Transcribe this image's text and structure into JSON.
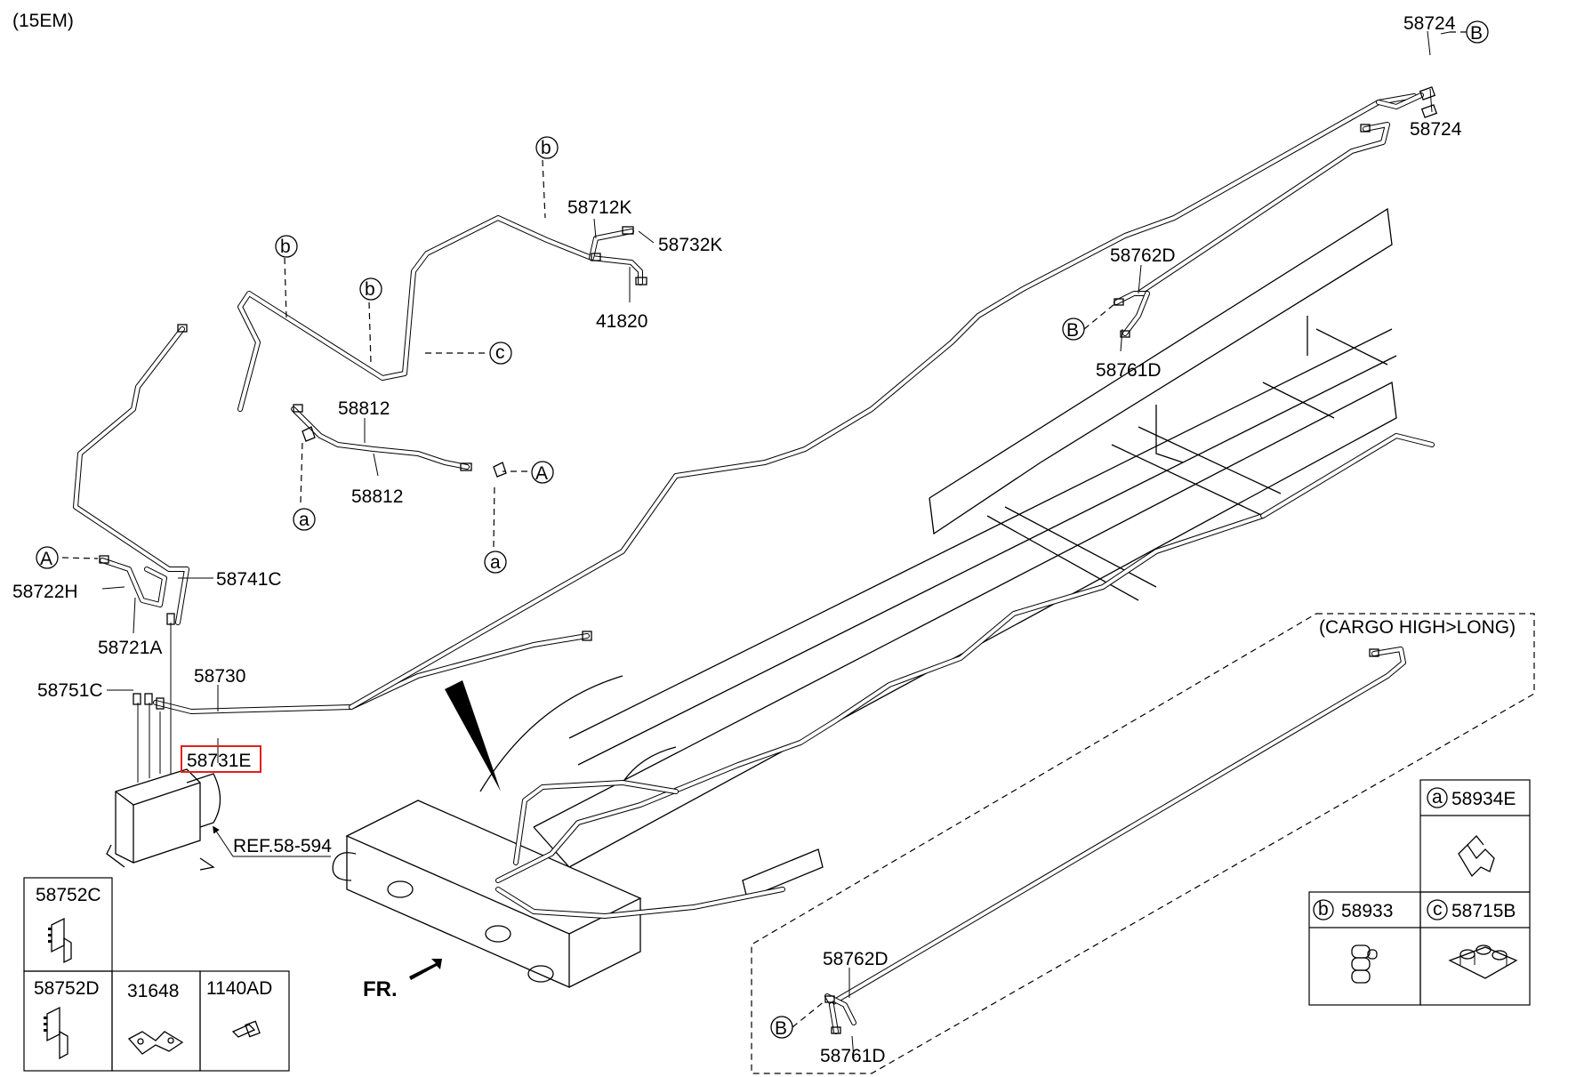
{
  "header": {
    "model_code": "(15EM)"
  },
  "labels": {
    "p58724_top": "58724",
    "p58724_bottom": "58724",
    "p58712K": "58712K",
    "p58732K": "58732K",
    "p41820": "41820",
    "p58762D_top": "58762D",
    "p58761D_top": "58761D",
    "p58812_top": "58812",
    "p58812_bottom": "58812",
    "p58741C": "58741C",
    "p58722H": "58722H",
    "p58721A": "58721A",
    "p58730": "58730",
    "p58751C": "58751C",
    "p58731E": "58731E",
    "ref": "REF.58-594",
    "front": "FR.",
    "cargo_note": "(CARGO HIGH>LONG)",
    "p58762D_bottom": "58762D",
    "p58761D_bottom": "58761D"
  },
  "callouts": {
    "a": "a",
    "b": "b",
    "c": "c",
    "A": "A",
    "B": "B"
  },
  "legend_left": {
    "c1": "58752C",
    "c2": "58752D",
    "c3": "31648",
    "c4": "1140AD"
  },
  "legend_right": {
    "a_letter": "a",
    "a_part": "58934E",
    "b_letter": "b",
    "b_part": "58933",
    "c_letter": "c",
    "c_part": "58715B"
  },
  "colors": {
    "highlight": "#e0201b",
    "line": "#000000"
  }
}
